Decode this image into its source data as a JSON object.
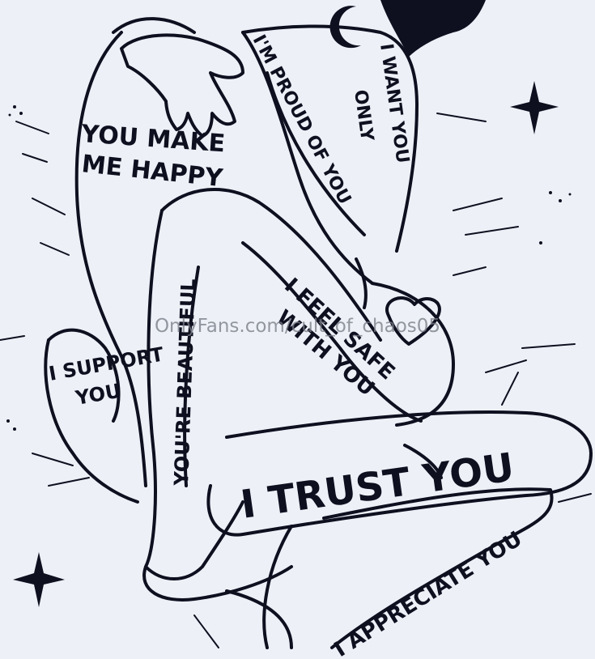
{
  "illustration": {
    "phrases": {
      "make_happy_line1": "YOU MAKE",
      "make_happy_line2": "ME HAPPY",
      "proud": "I'M PROUD OF YOU",
      "want_line1": "I WANT YOU",
      "want_line2": "ONLY",
      "beautiful": "YOU'RE BEAUTIFUL",
      "safe_line1": "I FEEL SAFE",
      "safe_line2": "WITH YOU",
      "trust": "I TRUST YOU",
      "appreciate": "I APPRECIATE YOU",
      "support_line1": "I SUPPORT",
      "support_line2": "YOU"
    }
  },
  "watermark": "OnlyFans.com/cult_of_chaos05",
  "colors": {
    "background": "#edf1f7",
    "ink": "#0e1020"
  }
}
